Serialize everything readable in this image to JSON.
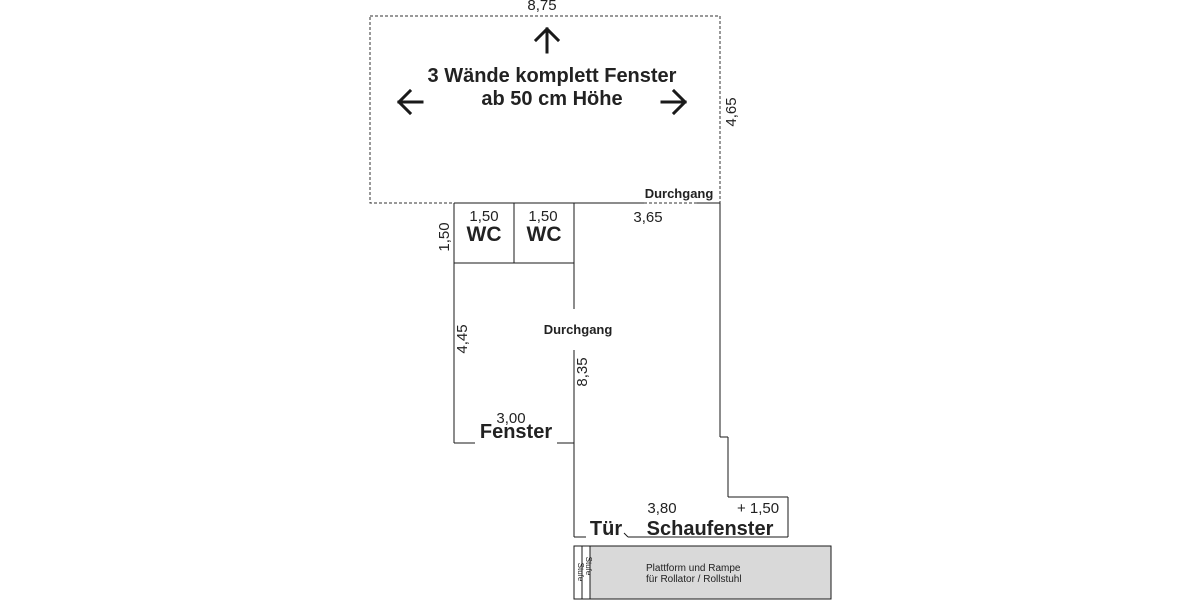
{
  "main_room": {
    "width_label": "8,75",
    "depth_label": "4,65",
    "note_line1": "3 Wände komplett Fenster",
    "note_line2": "ab 50 cm Höhe",
    "passage_label": "Durchgang"
  },
  "wc_rooms": {
    "depth_label": "1,50",
    "items": [
      {
        "width_label": "1,50",
        "name": "WC"
      },
      {
        "width_label": "1,50",
        "name": "WC"
      }
    ]
  },
  "corridor": {
    "upper_width_label": "3,65",
    "passage_label": "Durchgang",
    "left_wall_label": "4,45",
    "length_label": "8,35"
  },
  "window_section": {
    "width_label": "3,00",
    "name": "Fenster"
  },
  "front": {
    "door_label": "Tür",
    "shopwindow_width_label": "3,80",
    "shopwindow_name": "Schaufenster",
    "extra_label": "+ 1,50"
  },
  "platform": {
    "step_label_1": "Stufe",
    "step_label_2": "Stufe",
    "text_line1": "Plattform und Rampe",
    "text_line2": "für Rollator / Rollstuhl",
    "fill_color": "#d9d9d9"
  }
}
